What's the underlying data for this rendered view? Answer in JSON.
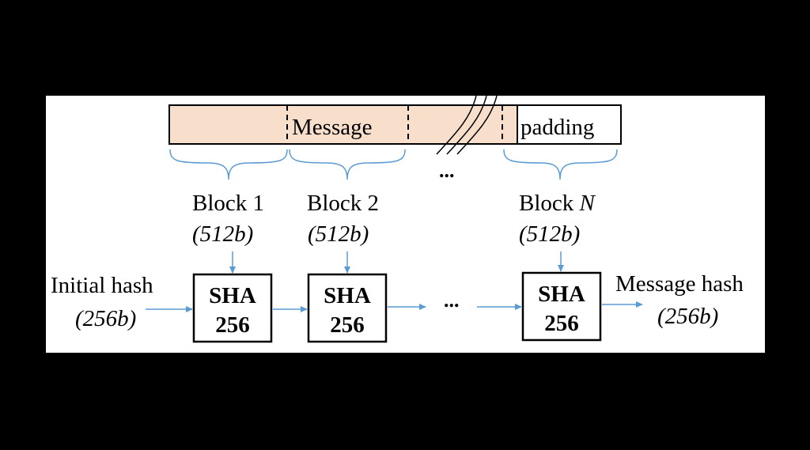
{
  "colors": {
    "background": "#000000",
    "panel": "#ffffff",
    "message_fill": "#f8dfcb",
    "arrow": "#5b9bd5",
    "stroke": "#000000"
  },
  "message_label": "Message",
  "padding_label": "padding",
  "blocks": [
    {
      "name": "Block 1",
      "name_italic": "",
      "size": "(512b)"
    },
    {
      "name": "Block 2",
      "name_italic": "",
      "size": "(512b)"
    },
    {
      "name": "Block ",
      "name_italic": "N",
      "size": "(512b)"
    }
  ],
  "sha_boxes": [
    {
      "line1": "SHA",
      "line2": "256"
    },
    {
      "line1": "SHA",
      "line2": "256"
    },
    {
      "line1": "SHA",
      "line2": "256"
    }
  ],
  "ellipsis": "...",
  "input": {
    "label": "Initial hash",
    "size": "(256b)"
  },
  "output": {
    "label": "Message hash",
    "size": "(256b)"
  }
}
